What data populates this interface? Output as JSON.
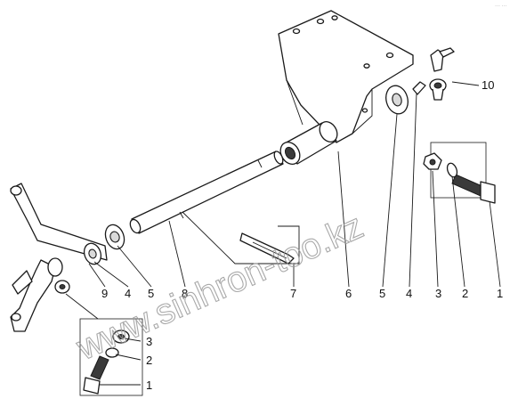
{
  "diagram": {
    "callouts": {
      "c10": "10",
      "c7": "7",
      "c6": "6",
      "c5r": "5",
      "c4r": "4",
      "c3r": "3",
      "c2r": "2",
      "c1r": "1",
      "c9": "9",
      "c4l": "4",
      "c5l": "5",
      "c8": "8",
      "c3b": "3",
      "c2b": "2",
      "c1b": "1"
    },
    "watermark": "www.sinhron-too.kz",
    "corner_mark": "··· ···",
    "colors": {
      "line": "#1a1a1a",
      "watermark": "#9a9a9a",
      "background": "#ffffff"
    }
  }
}
